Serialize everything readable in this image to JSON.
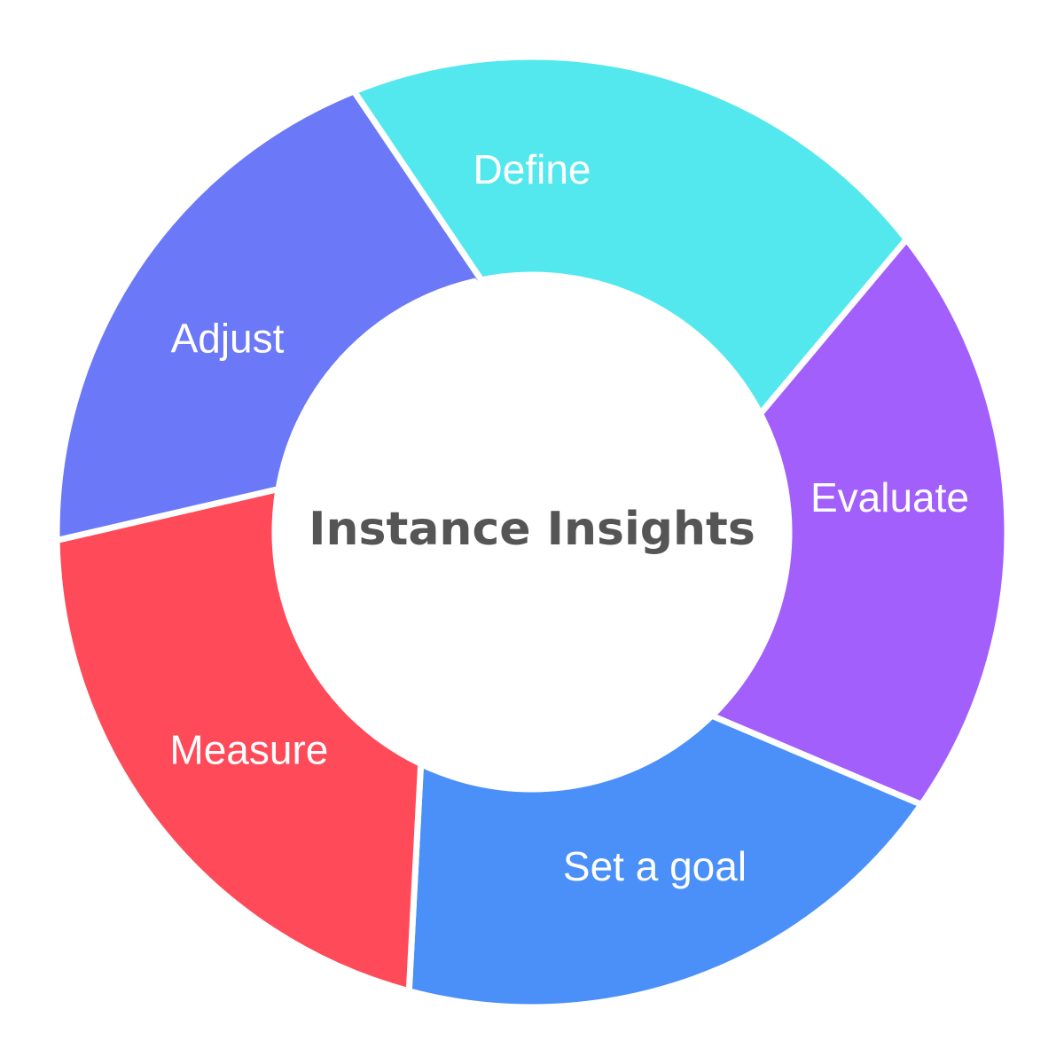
{
  "diagram": {
    "center_title": "Instance Insights",
    "segments": [
      {
        "label": "Define",
        "color": "#52E8EE"
      },
      {
        "label": "Evaluate",
        "color": "#A35FFC"
      },
      {
        "label": "Set a goal",
        "color": "#4A90F8"
      },
      {
        "label": "Measure",
        "color": "#FF4A59"
      },
      {
        "label": "Adjust",
        "color": "#6B78F8"
      }
    ]
  }
}
